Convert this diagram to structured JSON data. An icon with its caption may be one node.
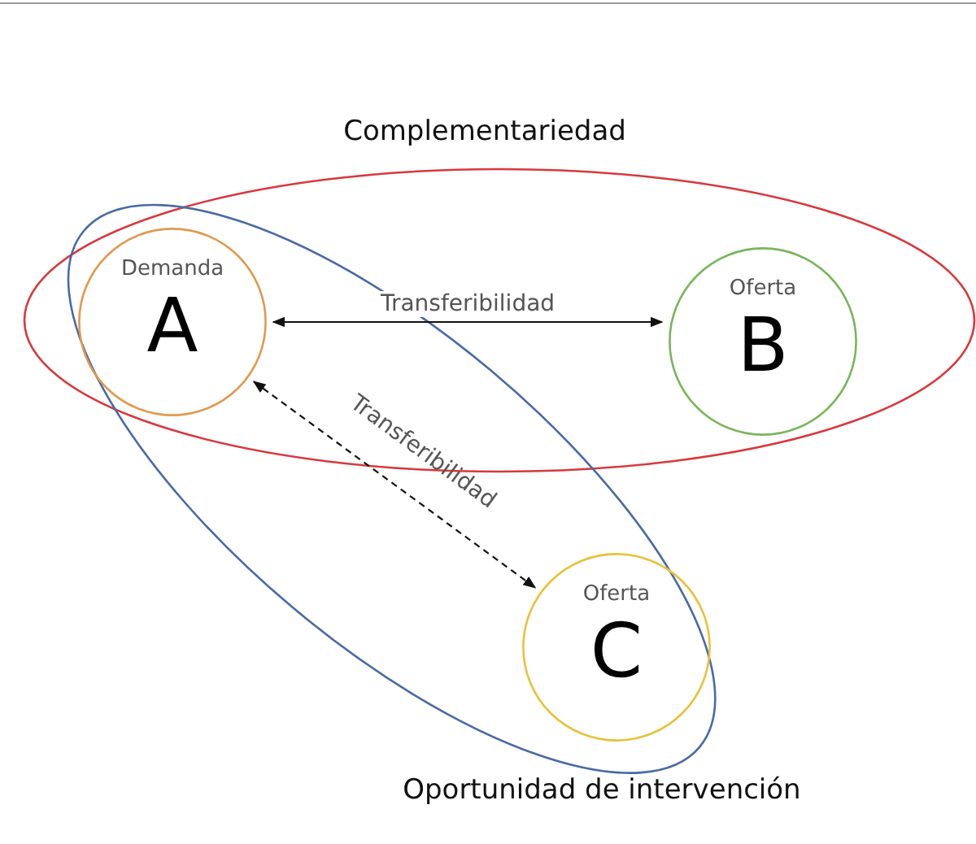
{
  "diagram": {
    "nodes": [
      {
        "text": [
          "Complementariedad"
        ]
      },
      {
        "text": [
          "Oportunidad de intervención"
        ]
      },
      {
        "text": [
          "Demanda",
          "A"
        ]
      },
      {
        "text": [
          "Oferta",
          "B"
        ],
        "in": 0
      },
      {
        "text": [
          "Oferta",
          "C"
        ],
        "in": 1
      }
    ],
    "edges": [
      {
        "from": 2,
        "to": 3,
        "arrow": "both",
        "label": "Transferibilidad"
      },
      {
        "from": 2,
        "to": 4,
        "arrow": "both",
        "label": "Transferibilidad",
        "style": "dashed"
      }
    ]
  }
}
